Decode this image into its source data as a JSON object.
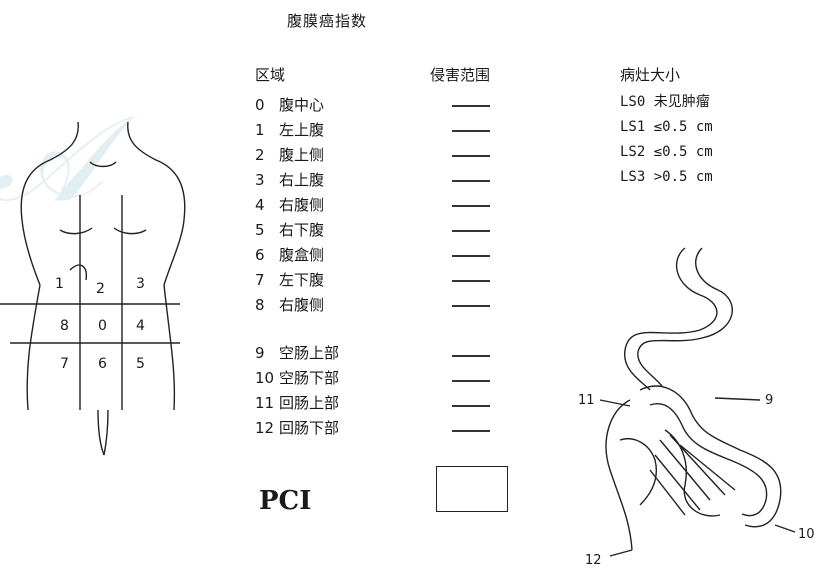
{
  "title": "腹膜癌指数",
  "columns": {
    "region": "区域",
    "extent": "侵害范围",
    "lesion_size": "病灶大小"
  },
  "regions": [
    {
      "num": "0",
      "name": "腹中心"
    },
    {
      "num": "1",
      "name": "左上腹"
    },
    {
      "num": "2",
      "name": "腹上侧"
    },
    {
      "num": "3",
      "name": "右上腹"
    },
    {
      "num": "4",
      "name": "右腹侧"
    },
    {
      "num": "5",
      "name": "右下腹"
    },
    {
      "num": "6",
      "name": "腹盒侧"
    },
    {
      "num": "7",
      "name": "左下腹"
    },
    {
      "num": "8",
      "name": "右腹侧"
    },
    {
      "num": "9",
      "name": "空肠上部"
    },
    {
      "num": "10",
      "name": "空肠下部"
    },
    {
      "num": "11",
      "name": "回肠上部"
    },
    {
      "num": "12",
      "name": "回肠下部"
    }
  ],
  "lesion_sizes": [
    "LS0 未见肿瘤",
    "LS1 ≤0.5 cm",
    "LS2 ≤0.5 cm",
    "LS3 >0.5  cm"
  ],
  "pci_label": "PCI",
  "torso_grid_labels": [
    "1",
    "2",
    "3",
    "8",
    "0",
    "4",
    "7",
    "6",
    "5"
  ],
  "intestine_labels": [
    "9",
    "10",
    "11",
    "12"
  ],
  "colors": {
    "ink": "#1a1a1a",
    "watermark": "#e3eef3"
  }
}
